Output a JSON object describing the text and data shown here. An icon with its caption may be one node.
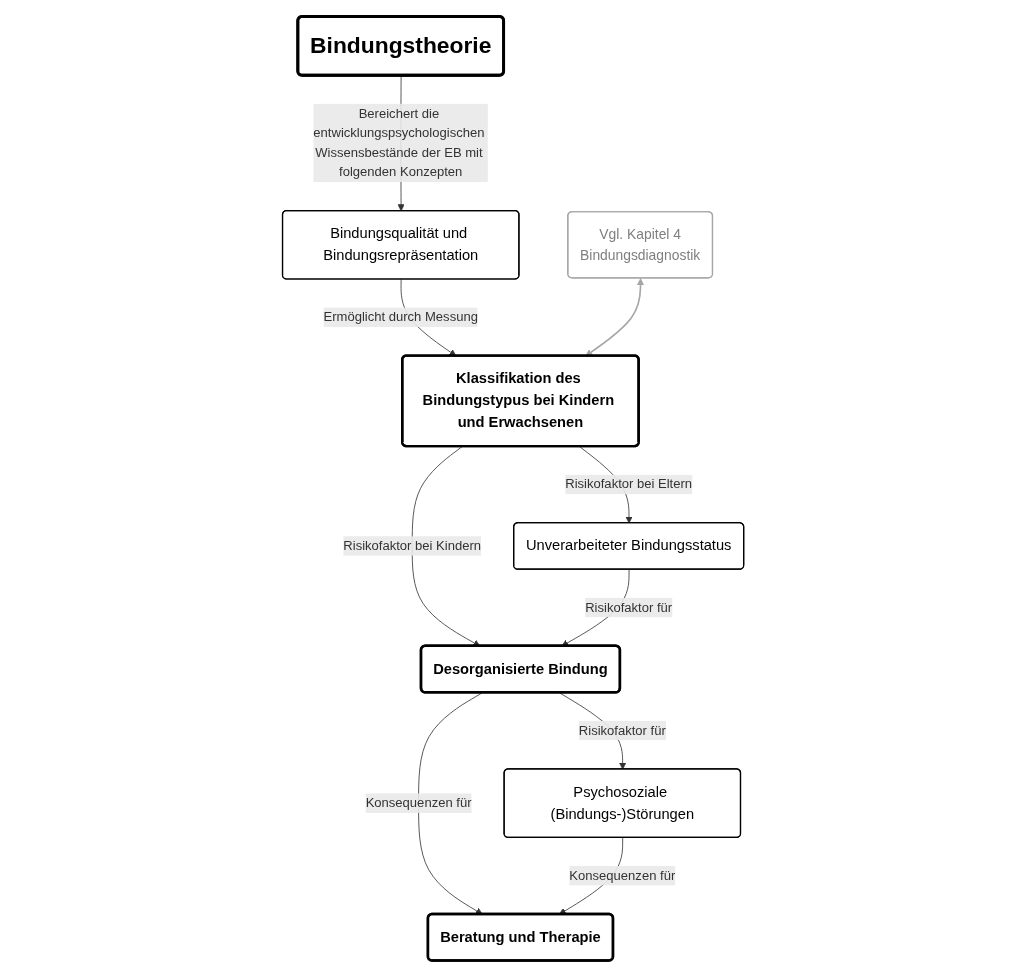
{
  "diagram": {
    "nodes": [
      {
        "text": [
          "Bindungstheorie"
        ]
      },
      {
        "text": [
          "Bindungsqualität und Bindungsrepräsentation"
        ]
      },
      {
        "text": [
          "Vgl. Kapitel 4",
          "Bindungsdiagnostik"
        ]
      },
      {
        "text": [
          "Klassifikation des Bindungstypus bei Kindern und Erwachsenen"
        ]
      },
      {
        "text": [
          "Beratung und Therapie"
        ]
      },
      {
        "text": [
          "Desorganisierte Bindung"
        ]
      },
      {
        "text": [
          "Unverarbeiteter Bindungsstatus"
        ]
      },
      {
        "text": [
          "Psychosoziale (Bindungs-)Störungen"
        ]
      }
    ],
    "edges": [
      {
        "from": 0,
        "to": 1,
        "arrow": "to",
        "label": "Bereichert die entwicklungspsychologischen Wissensbestände der EB mit folgenden Konzepten"
      },
      {
        "from": 1,
        "to": 3,
        "arrow": "to",
        "label": "Ermöglicht durch Messung"
      },
      {
        "from": 2,
        "to": 3,
        "arrow": "both",
        "color": "#a6a6a6"
      },
      {
        "from": 3,
        "to": 5,
        "arrow": "to",
        "label": "Risikofaktor bei Kindern"
      },
      {
        "from": 3,
        "to": 6,
        "arrow": "to",
        "label": "Risikofaktor bei Eltern"
      },
      {
        "from": 5,
        "to": 4,
        "arrow": "to",
        "label": "Konsequenzen für"
      },
      {
        "from": 5,
        "to": 7,
        "arrow": "to",
        "label": "Risikofaktor für"
      },
      {
        "from": 7,
        "to": 4,
        "arrow": "to",
        "label": "Konsequenzen für"
      },
      {
        "from": 6,
        "to": 5,
        "arrow": "to",
        "label": "Risikofaktor für"
      }
    ]
  }
}
